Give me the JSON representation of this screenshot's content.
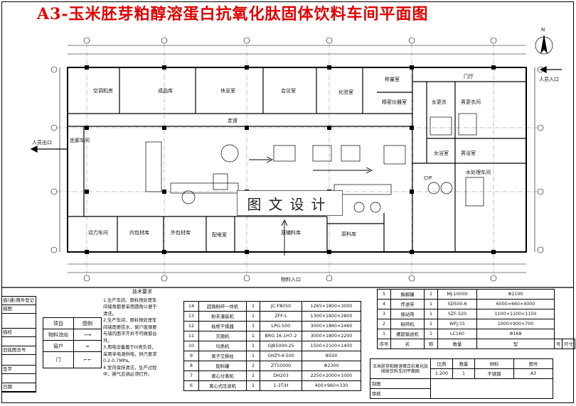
{
  "title": "A3-玉米胚芽粕醇溶蛋白抗氧化肽固体饮料车间平面图",
  "watermark": "图文设计",
  "compass": "N",
  "rooms": {
    "air_conditioning": "空调机房",
    "finished_goods": "成品库",
    "rest": "休息室",
    "meeting": "会议室",
    "chemistry": "化验室",
    "weighing": "称量室",
    "precision_instruments": "精密仪器室",
    "gate": "门厅",
    "women_locker": "女更衣",
    "men_locker": "男更衣间",
    "women_wash": "女浴室",
    "men_wash": "男浴室",
    "cip": "CIP",
    "water_treatment": "水处理车间",
    "power": "动力车间",
    "inner_packaging": "内包材库",
    "outer_packaging": "外包材库",
    "electrical": "配电室",
    "raw_auxiliary": "原辅料库",
    "raw_material": "原料库",
    "corridor": "走道",
    "west_corridor": "走廊车间"
  },
  "entrances": {
    "personnel_right": "人员入口",
    "personnel_left": "人员出口",
    "material": "物料入口"
  },
  "notes": {
    "heading": "技术要求",
    "lines": [
      "1.生产车间、原料预处理车",
      "间墙角都要采用圆角以便于",
      "清洗。",
      "2.生产车间、原料预处理车",
      "间墙面要防水，窗户玻璃要",
      "与墙内面平齐并不可做窗台",
      "开。",
      "3.用电设备属于III类负荷，",
      "采用单电源供电，供汽要求",
      "0.2-0.7MPa。",
      "4.室内保持清洁，生产过程",
      "中，换气应调必须打开。"
    ]
  },
  "legend": {
    "header": [
      "项目",
      "图例"
    ],
    "rows": [
      "物料流向",
      "窗户",
      "门"
    ]
  },
  "side_block": [
    "借(通)用件登记",
    "描图",
    "",
    "描校",
    "",
    "旧底图总号",
    "",
    "签字",
    "",
    "日期"
  ],
  "equipment_left": [
    {
      "no": "14",
      "name": "超微粉碎一体机",
      "qty": "1",
      "model": "JC-F8050",
      "dims": "1265×1800×3000"
    },
    {
      "no": "13",
      "name": "粉末灌装机",
      "qty": "1",
      "model": "ZFF-L",
      "dims": "1300×1800×2800"
    },
    {
      "no": "12",
      "name": "板框干燥器",
      "qty": "1",
      "model": "LPG-500",
      "dims": "3000×1860×2460"
    },
    {
      "no": "11",
      "name": "灭菌机",
      "qty": "1",
      "model": "BRG 16-1H7-2",
      "dims": "3000×1800×2200"
    },
    {
      "no": "10",
      "name": "均质机",
      "qty": "1",
      "model": "GJB5000-25",
      "dims": "1500×2100×1400"
    },
    {
      "no": "9",
      "name": "离子交换柱",
      "qty": "1",
      "model": "GHZY-4-500",
      "dims": "Φ500"
    },
    {
      "no": "8",
      "name": "配料罐",
      "qty": "2",
      "model": "ZT10000",
      "dims": "Φ2300"
    },
    {
      "no": "7",
      "name": "离心分离机",
      "qty": "1",
      "model": "DH203",
      "dims": "2250×2000×1000"
    },
    {
      "no": "6",
      "name": "离心式压滤机",
      "qty": "1",
      "model": "1-3T/H",
      "dims": "400×960×330"
    }
  ],
  "equipment_right": [
    {
      "no": "5",
      "name": "酶解罐",
      "qty": "1",
      "model": "MJ-10000",
      "dims": "Φ2100"
    },
    {
      "no": "4",
      "name": "传送带",
      "qty": "1",
      "model": "SD500-6",
      "dims": "6000×660×4000"
    },
    {
      "no": "3",
      "name": "振动筛",
      "qty": "1",
      "model": "SZF-520",
      "dims": "1100×1100×1150"
    },
    {
      "no": "2",
      "name": "粉碎机",
      "qty": "1",
      "model": "WFJ-15",
      "dims": "1000×900×700"
    },
    {
      "no": "1",
      "name": "螺旋输送机",
      "qty": "1",
      "model": "LC160",
      "dims": "Φ168"
    }
  ],
  "equipment_header": [
    "序号",
    "名",
    "称",
    "数量",
    "型",
    "号",
    "尺寸"
  ],
  "title_block": {
    "project": "玉米胚芽粕醇溶蛋白抗氧化肽固体饮料车间平面图",
    "scale_label": "比例",
    "count_label": "数量",
    "material_label": "材料",
    "sheet_label": "图号",
    "scale": "1:200",
    "count": "1",
    "material": "不锈钢",
    "sheet": "A3",
    "drawn": "制图",
    "checked": "审核"
  }
}
